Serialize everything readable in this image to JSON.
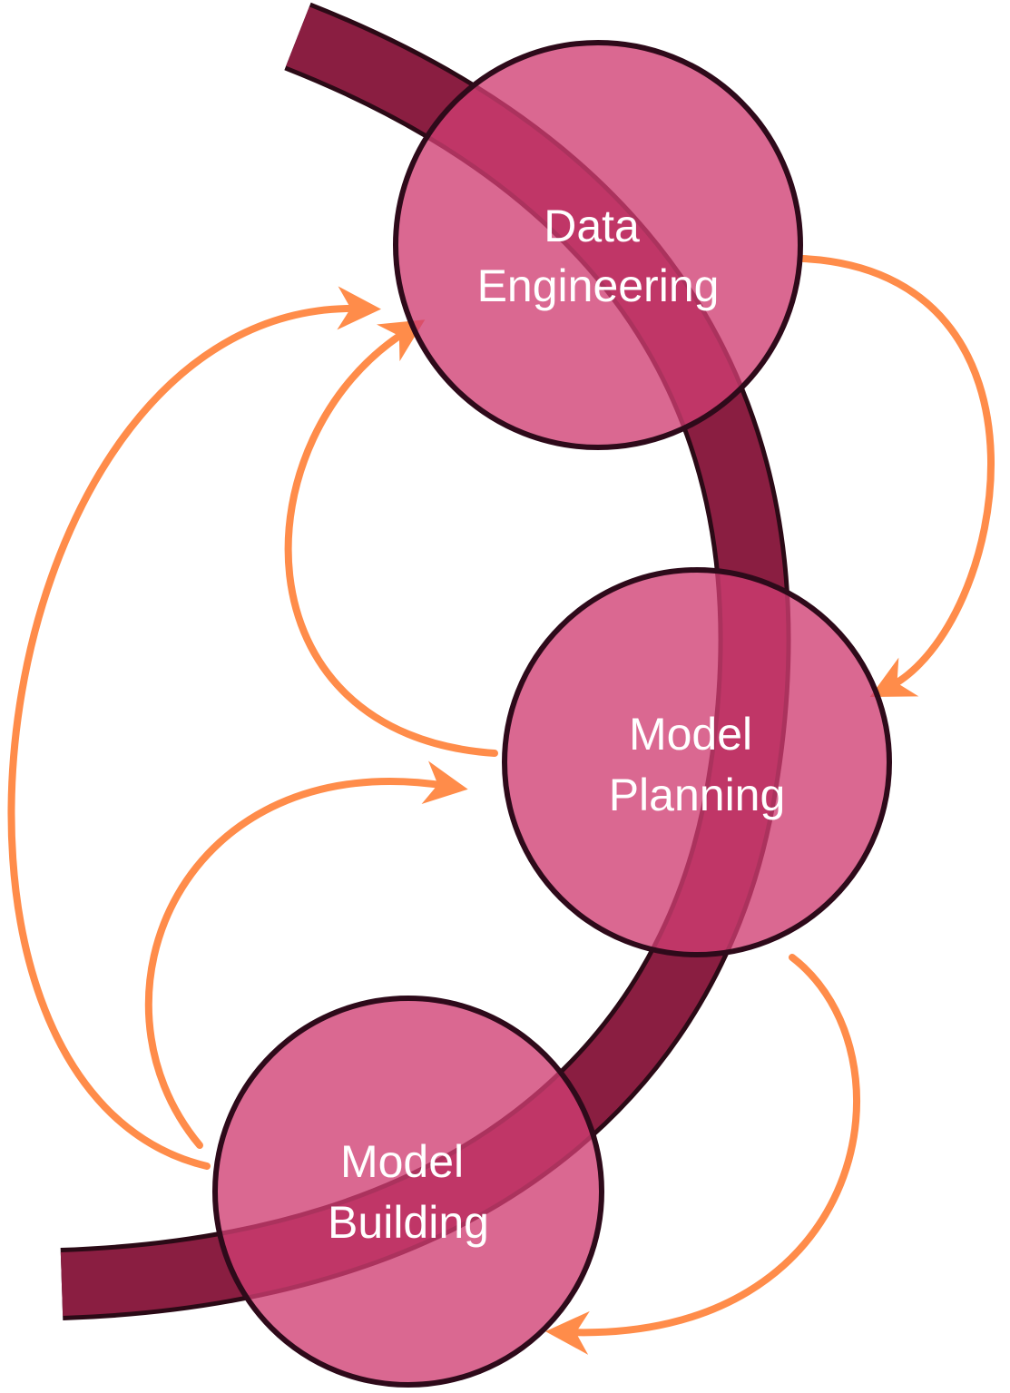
{
  "colors": {
    "band_fill": "#8a1e41",
    "band_stroke": "#2b0a16",
    "node_fill": "#cf3d72",
    "node_fill_opacity": 0.78,
    "node_stroke": "#2e0a1a",
    "arrow": "#ff8c4a",
    "label_text": "#ffffff"
  },
  "nodes": {
    "data_engineering": {
      "line1": "Data",
      "line2": "Engineering"
    },
    "model_planning": {
      "line1": "Model",
      "line2": "Planning"
    },
    "model_building": {
      "line1": "Model",
      "line2": "Building"
    }
  },
  "edges": [
    {
      "from": "data_engineering",
      "to": "model_planning"
    },
    {
      "from": "model_planning",
      "to": "data_engineering"
    },
    {
      "from": "model_planning",
      "to": "model_building"
    },
    {
      "from": "model_building",
      "to": "model_planning"
    },
    {
      "from": "model_building",
      "to": "data_engineering"
    }
  ]
}
